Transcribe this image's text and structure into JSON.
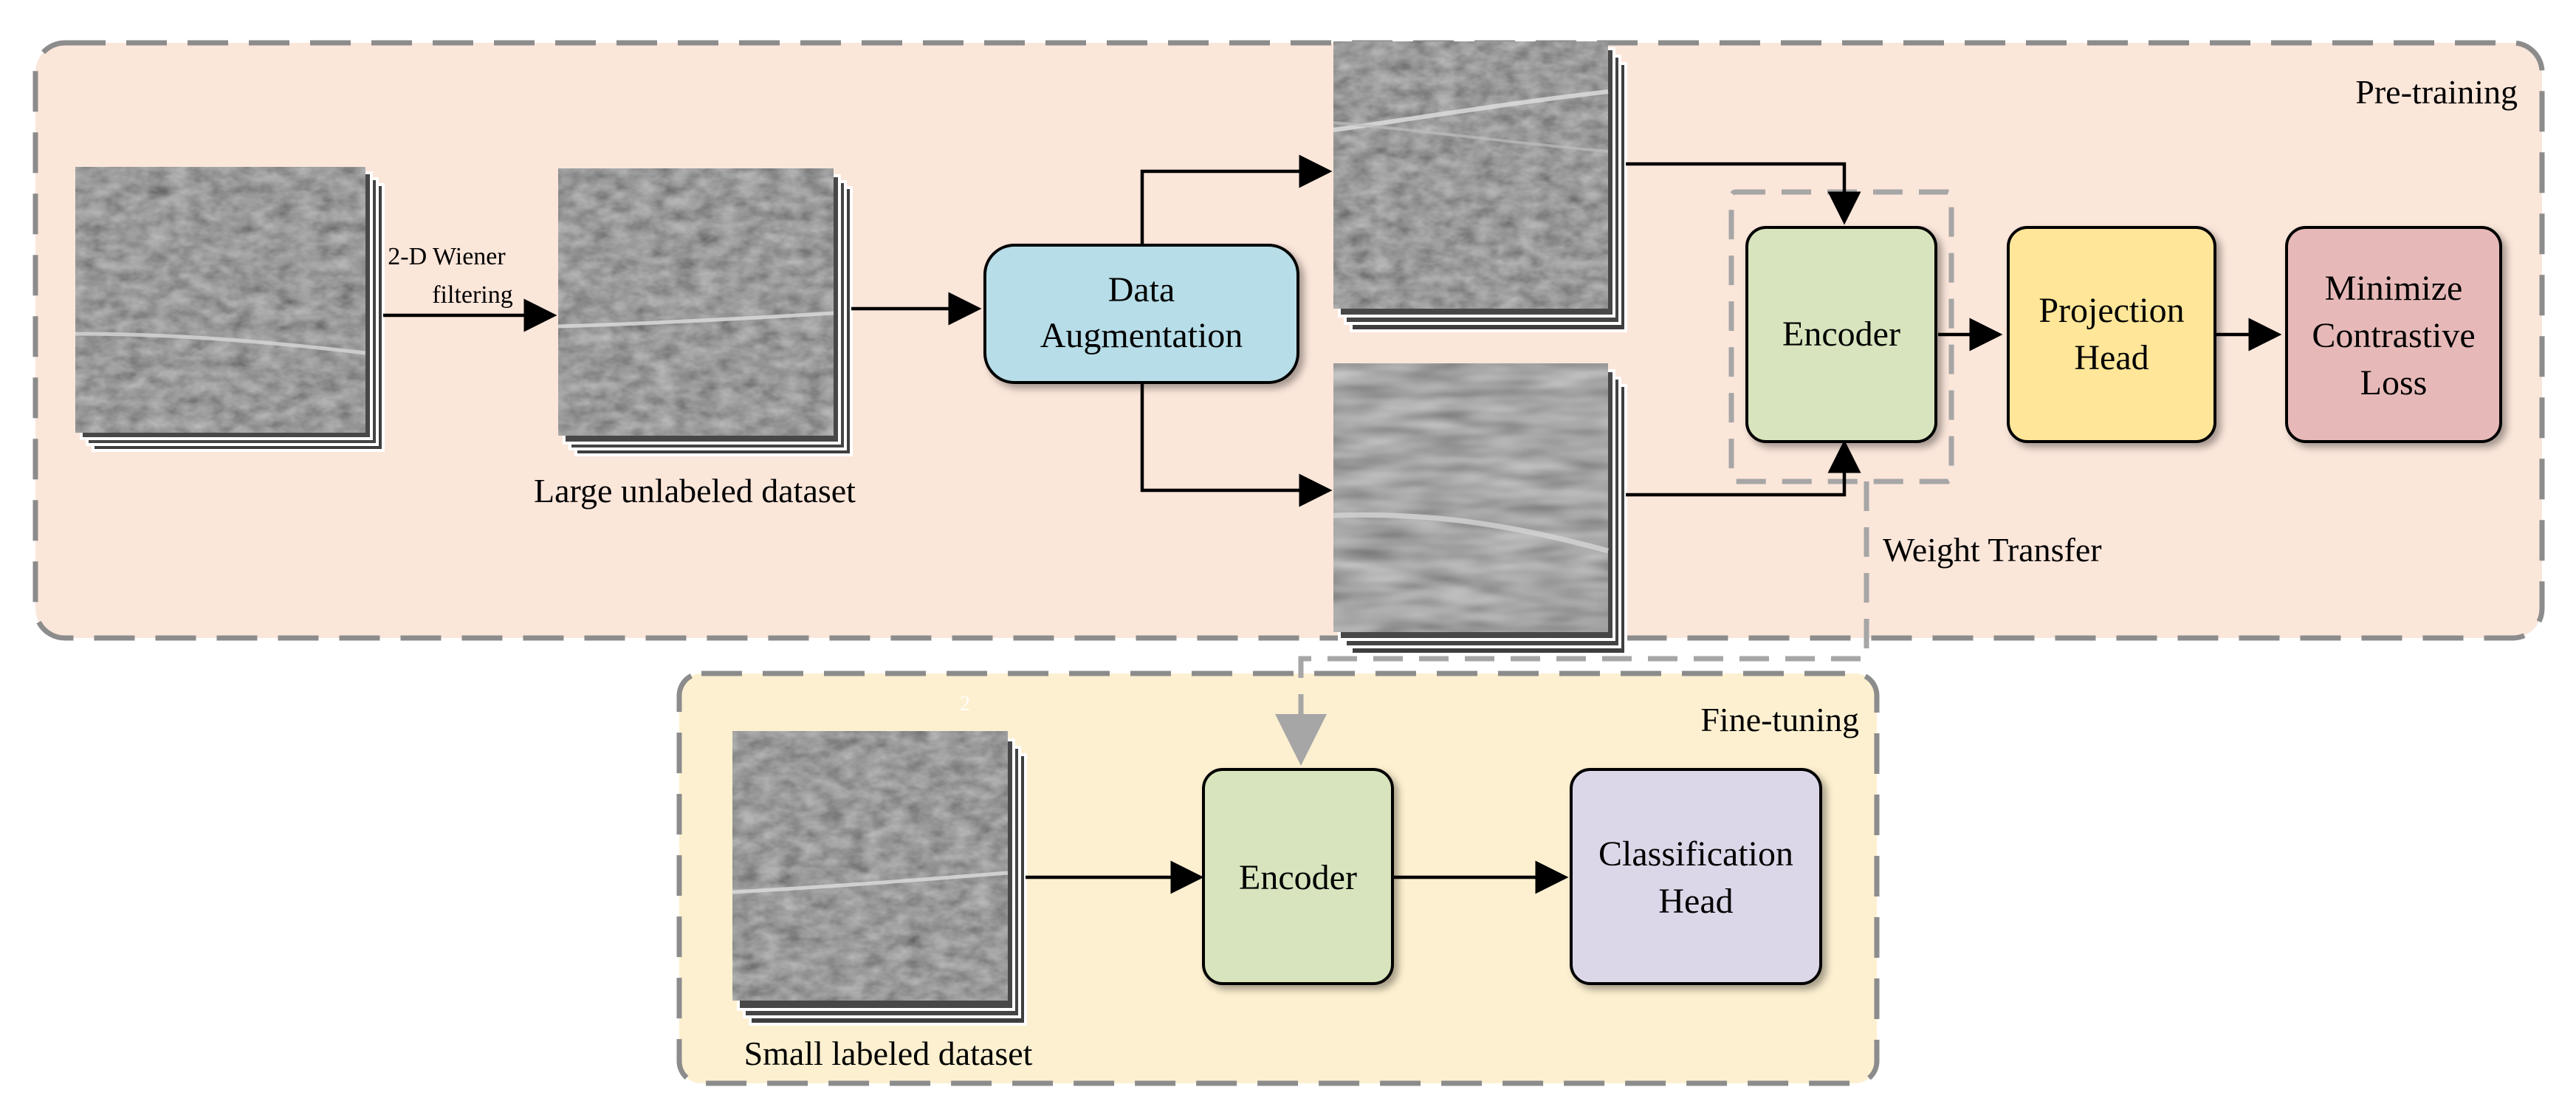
{
  "sections": {
    "pretraining": {
      "label": "Pre-training",
      "fill": "#FBE6DA"
    },
    "finetuning": {
      "label": "Fine-tuning",
      "fill": "#FDF0D0",
      "stray_mark": "2"
    }
  },
  "labels": {
    "wiener_line1": "2-D Wiener",
    "wiener_line2": "filtering",
    "large_dataset": "Large unlabeled dataset",
    "small_dataset": "Small labeled dataset",
    "weight_transfer": "Weight Transfer"
  },
  "boxes": {
    "data_augmentation": {
      "line1": "Data",
      "line2": "Augmentation",
      "fill": "#B6DDE8"
    },
    "encoder_pretrain": {
      "line1": "Encoder",
      "fill": "#D7E4BD"
    },
    "projection_head": {
      "line1": "Projection",
      "line2": "Head",
      "fill": "#FFE699"
    },
    "contrastive_loss": {
      "line1": "Minimize",
      "line2": "Contrastive",
      "line3": "Loss",
      "fill": "#E6B9B8"
    },
    "encoder_finetune": {
      "line1": "Encoder",
      "fill": "#D7E4BD"
    },
    "classification_head": {
      "line1": "Classification",
      "line2": "Head",
      "fill": "#DCD7E8"
    }
  },
  "colors": {
    "dash_border": "#8C8C8C",
    "transfer_arrow": "#A6A6A6",
    "arrow": "#000000",
    "image_fill": "#4A4A4A",
    "image_line": "#CFCFCF"
  }
}
